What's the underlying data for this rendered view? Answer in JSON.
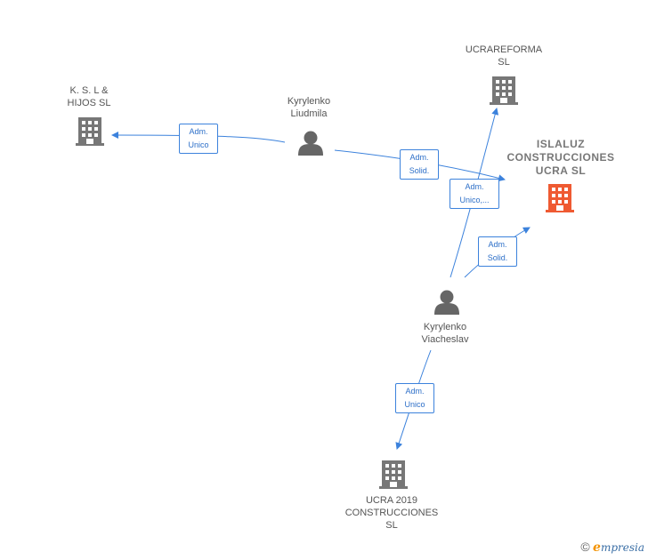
{
  "colors": {
    "edge": "#3c82dc",
    "company": "#777777",
    "company_highlight": "#ef5a32",
    "person": "#666666"
  },
  "nodes": {
    "ksl": {
      "label": "K.  S. L &\nHIJOS  SL",
      "kind": "company"
    },
    "ucrareforma": {
      "label": "UCRAREFORMA\nSL",
      "kind": "company"
    },
    "islaluz": {
      "label": "ISLALUZ\nCONSTRUCCIONES\nUCRA  SL",
      "kind": "company-highlight"
    },
    "ucra2019": {
      "label": "UCRA 2019\nCONSTRUCCIONES\nSL",
      "kind": "company"
    },
    "liudmila": {
      "label": "Kyrylenko\nLiudmila",
      "kind": "person"
    },
    "viacheslav": {
      "label": "Kyrylenko\nViacheslav",
      "kind": "person"
    }
  },
  "edges": {
    "e1": {
      "line1": "Adm.",
      "line2": "Unico"
    },
    "e2": {
      "line1": "Adm.",
      "line2": "Solid."
    },
    "e3": {
      "line1": "Adm.",
      "line2": "Unico,..."
    },
    "e4": {
      "line1": "Adm.",
      "line2": "Solid."
    },
    "e5": {
      "line1": "Adm.",
      "line2": "Unico"
    }
  },
  "footer": {
    "symbol": "©",
    "brand_initial": "e",
    "brand_rest": "mpresia"
  }
}
